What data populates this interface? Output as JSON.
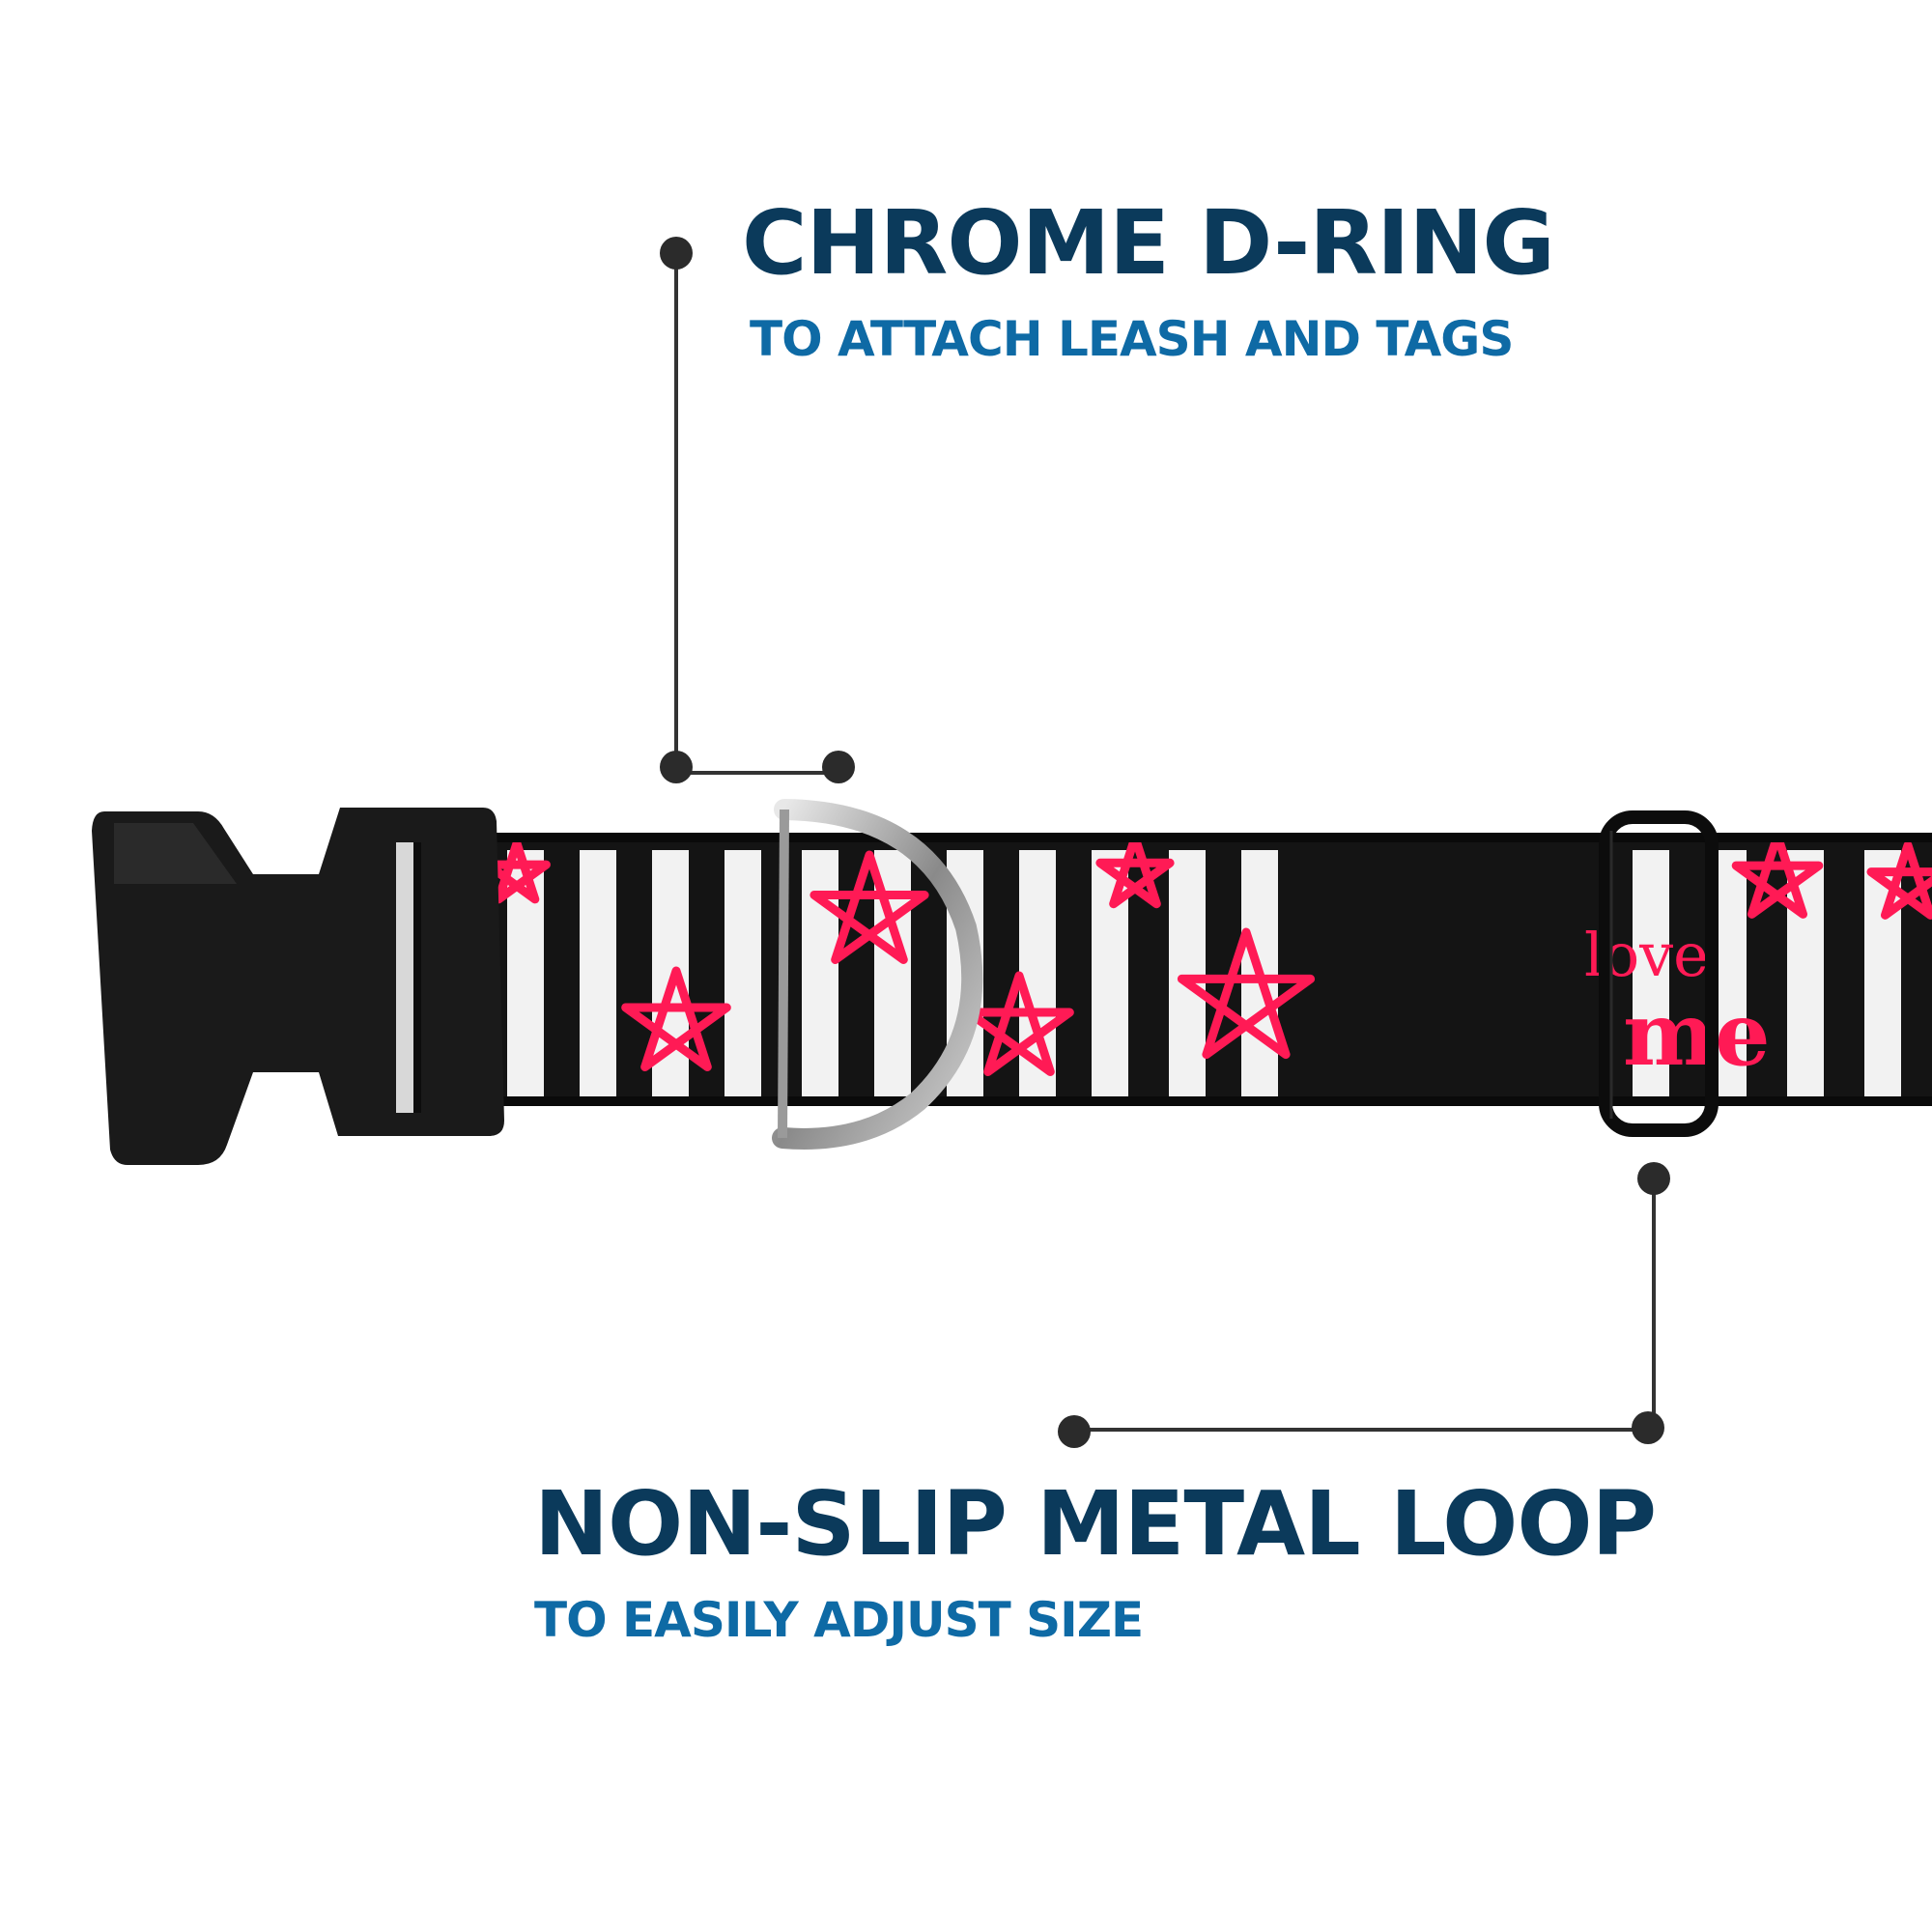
{
  "callouts": {
    "d_ring": {
      "title": "CHROME D-RING",
      "subtitle": "TO ATTACH LEASH AND TAGS"
    },
    "loop": {
      "title": "NON-SLIP METAL LOOP",
      "subtitle": "TO EASILY ADJUST SIZE"
    }
  },
  "collar_print": {
    "text": "love me"
  },
  "colors": {
    "heading": "#0b3a5b",
    "subheading": "#0e6aa5",
    "strap": "#141414",
    "stripe": "#f2f2f2",
    "star": "#ff1a55",
    "leader": "#333333"
  },
  "icons": [
    "buckle-icon",
    "d-ring-icon",
    "slide-loop-icon",
    "star-icon"
  ]
}
